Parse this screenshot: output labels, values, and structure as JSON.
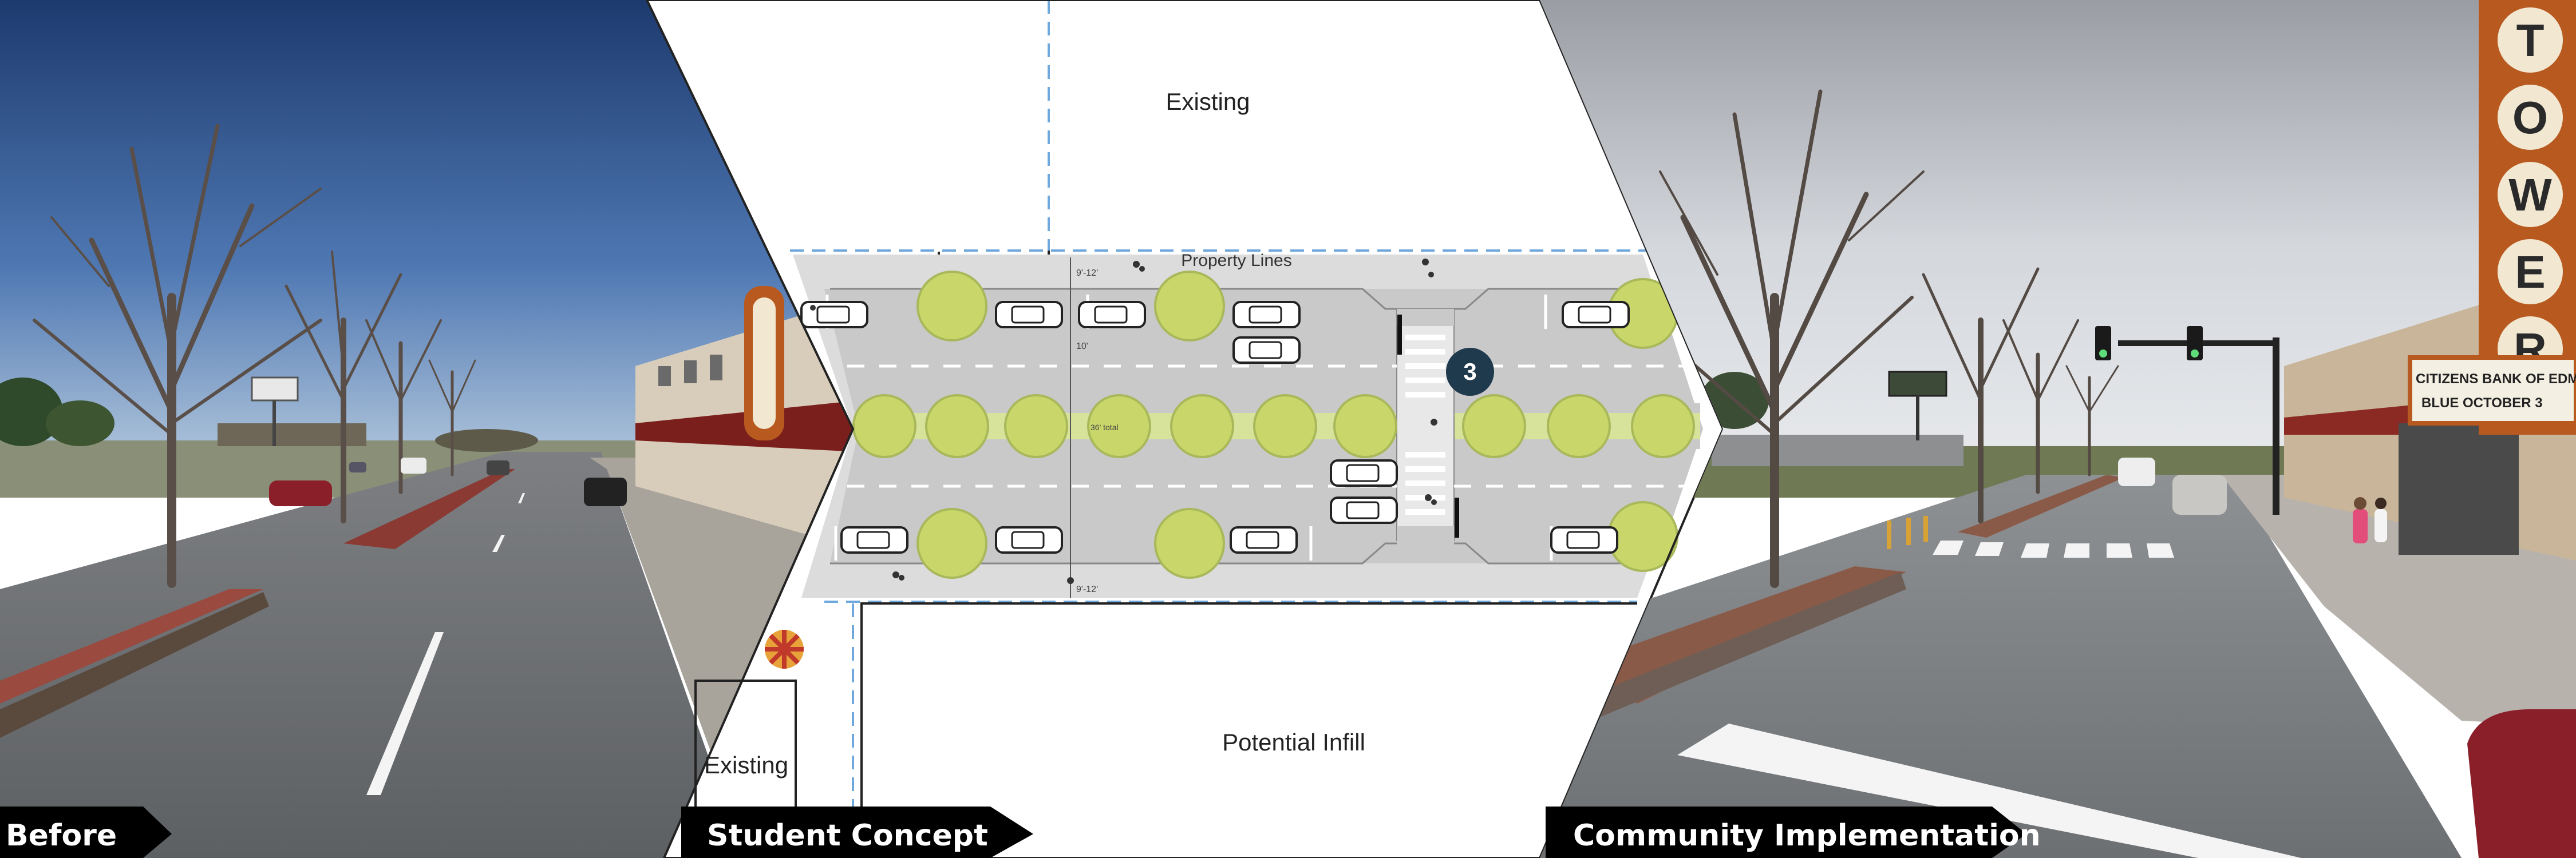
{
  "panels": {
    "before": {
      "label": "Before"
    },
    "concept": {
      "label": "Student Concept",
      "existing_top": "Existing",
      "existing_bottom": "Existing",
      "potential_infill": "Potential Infill",
      "property_lines": "Property Lines",
      "crossing_marker": "3",
      "dim_top": "9'-12'",
      "dim_median": "36' total",
      "dim_bottom": "9'-12'",
      "dim_lane": "10'"
    },
    "implementation": {
      "label": "Community Implementation",
      "bank_sign_line1": "CITIZENS BANK OF EDMOND",
      "bank_sign_line2": "BLUE OCTOBER 3",
      "theater_letters": [
        "T",
        "O",
        "W",
        "E",
        "R"
      ]
    }
  },
  "colors": {
    "label_bg": "#000000",
    "label_text": "#ffffff",
    "plan_road": "#c9c9c9",
    "plan_sidewalk": "#dcdcdc",
    "tree": "#c8d66a",
    "marker": "#1f3a4d",
    "property_line": "#6fa8dc",
    "sign_orange": "#b85a1f"
  }
}
